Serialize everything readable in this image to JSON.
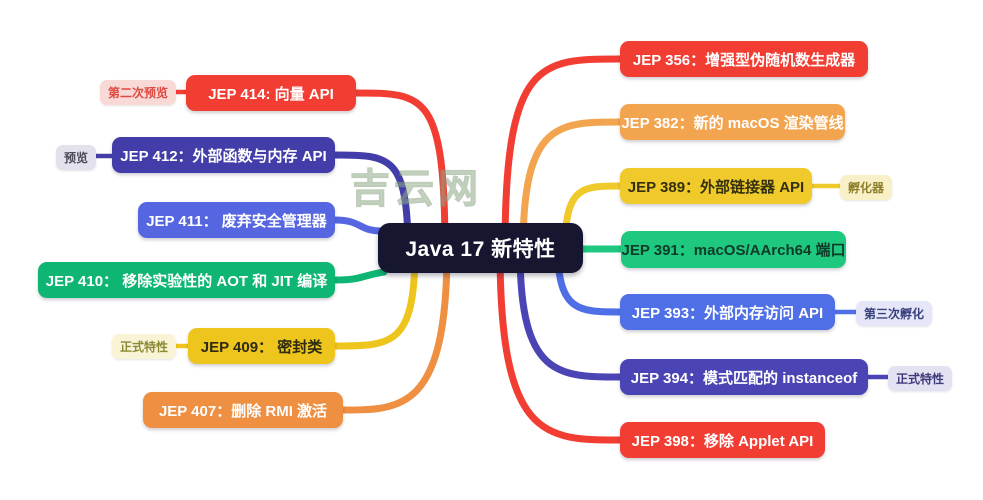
{
  "canvas": {
    "background": "#ffffff"
  },
  "watermark": "吉云网",
  "central_topic": {
    "label": "Java 17 新特性",
    "bg": "#161630",
    "text_color": "#ffffff"
  },
  "left_branches": [
    {
      "id": "jep-414",
      "label": "JEP 414: 向量 API",
      "color": "#f23d33",
      "text_color": "#ffffff",
      "tag": {
        "label": "第二次预览",
        "bg": "#f8d9d6",
        "text_color": "#dd4a41"
      }
    },
    {
      "id": "jep-412",
      "label": "JEP 412：外部函数与内存 API",
      "color": "#423da8",
      "text_color": "#ffffff",
      "tag": {
        "label": "预览",
        "bg": "#e3e2ec",
        "text_color": "#4b4a55"
      }
    },
    {
      "id": "jep-411",
      "label": "JEP 411： 废弃安全管理器",
      "color": "#5566e0",
      "text_color": "#ffffff"
    },
    {
      "id": "jep-410",
      "label": "JEP 410： 移除实验性的 AOT 和 JIT 编译",
      "color": "#0fb573",
      "text_color": "#ffffff"
    },
    {
      "id": "jep-409",
      "label": "JEP 409： 密封类",
      "color": "#eec51d",
      "text_color": "#2e2a10",
      "tag": {
        "label": "正式特性",
        "bg": "#faf4d6",
        "text_color": "#8a8a33"
      }
    },
    {
      "id": "jep-407",
      "label": "JEP 407：删除 RMI 激活",
      "color": "#ee8f42",
      "text_color": "#ffffff"
    }
  ],
  "right_branches": [
    {
      "id": "jep-356",
      "label": "JEP 356：增强型伪随机数生成器",
      "color": "#f23d33",
      "text_color": "#ffffff"
    },
    {
      "id": "jep-382",
      "label": "JEP 382：新的 macOS 渲染管线",
      "color": "#f2a44f",
      "text_color": "#ffffff"
    },
    {
      "id": "jep-389",
      "label": "JEP 389：外部链接器 API",
      "color": "#f0ca2a",
      "text_color": "#33300f",
      "tag": {
        "label": "孵化器",
        "bg": "#faf0c8",
        "text_color": "#8f802c"
      }
    },
    {
      "id": "jep-391",
      "label": "JEP 391：macOS/AArch64 端口",
      "color": "#1ec87e",
      "text_color": "#0e3b27"
    },
    {
      "id": "jep-393",
      "label": "JEP 393：外部内存访问 API",
      "color": "#4e6fe5",
      "text_color": "#ffffff",
      "tag": {
        "label": "第三次孵化",
        "bg": "#e5e7f8",
        "text_color": "#39417c"
      }
    },
    {
      "id": "jep-394",
      "label": "JEP 394：模式匹配的 instanceof",
      "color": "#4b44b4",
      "text_color": "#ffffff",
      "tag": {
        "label": "正式特性",
        "bg": "#e2e2f2",
        "text_color": "#3f3a7a"
      }
    },
    {
      "id": "jep-398",
      "label": "JEP 398：移除 Applet API",
      "color": "#f23d33",
      "text_color": "#ffffff"
    }
  ]
}
